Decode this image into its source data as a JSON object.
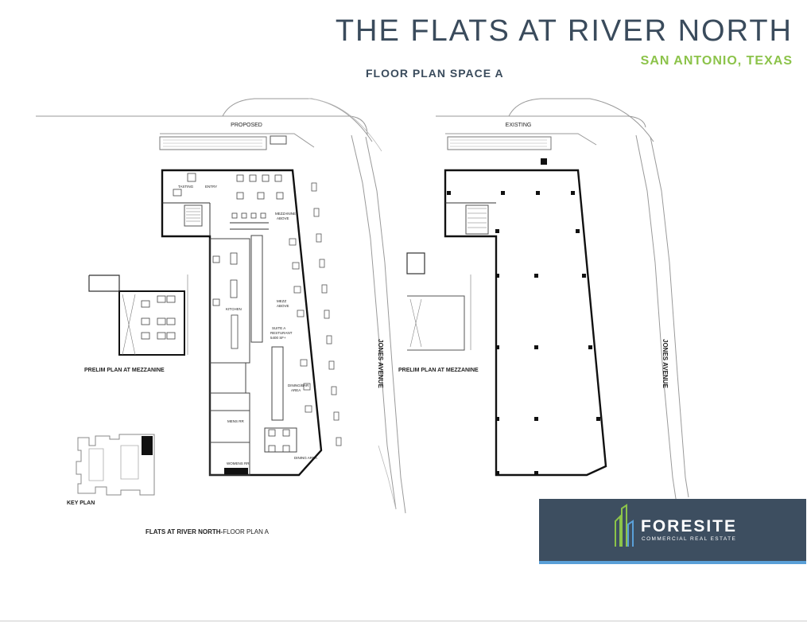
{
  "header": {
    "title": "THE FLATS AT RIVER NORTH",
    "subtitle": "SAN ANTONIO, TEXAS",
    "section": "FLOOR PLAN SPACE A"
  },
  "proposed": {
    "label": "PROPOSED",
    "rooms": {
      "tasting": "TASTING",
      "entry": "ENTRY",
      "mezzanine_above": [
        "MEZZANINE",
        "ABOVE"
      ],
      "kitchen": "KITCHEN",
      "mezz_above": [
        "MEZZ",
        "ABOVE"
      ],
      "suite": [
        "SUITE A",
        "RESTURANT",
        "5400 SF+"
      ],
      "dining_bar": [
        "DINING/BAR",
        "AREA"
      ],
      "mens": "MENS RR",
      "womens": "WOMENS RR",
      "dining_area": "DINING AREA"
    },
    "mezzanine_label": "PRELIM PLAN AT MEZZANINE",
    "street": "JONES AVENUE"
  },
  "existing": {
    "label": "EXISTING",
    "mezzanine_label": "PRELIM PLAN AT MEZZANINE",
    "street": "JONES AVENUE"
  },
  "key_plan": "KEY PLAN",
  "caption": {
    "bold": "FLATS AT RIVER NORTH-",
    "rest": "FLOOR PLAN A"
  },
  "logo": {
    "name": "FORESITE",
    "tagline": "COMMERCIAL REAL ESTATE"
  },
  "colors": {
    "title": "#3a4b5c",
    "accent_green": "#8cc34a",
    "logo_bg": "#3d4e60",
    "logo_stripe": "#5aa0d8"
  }
}
